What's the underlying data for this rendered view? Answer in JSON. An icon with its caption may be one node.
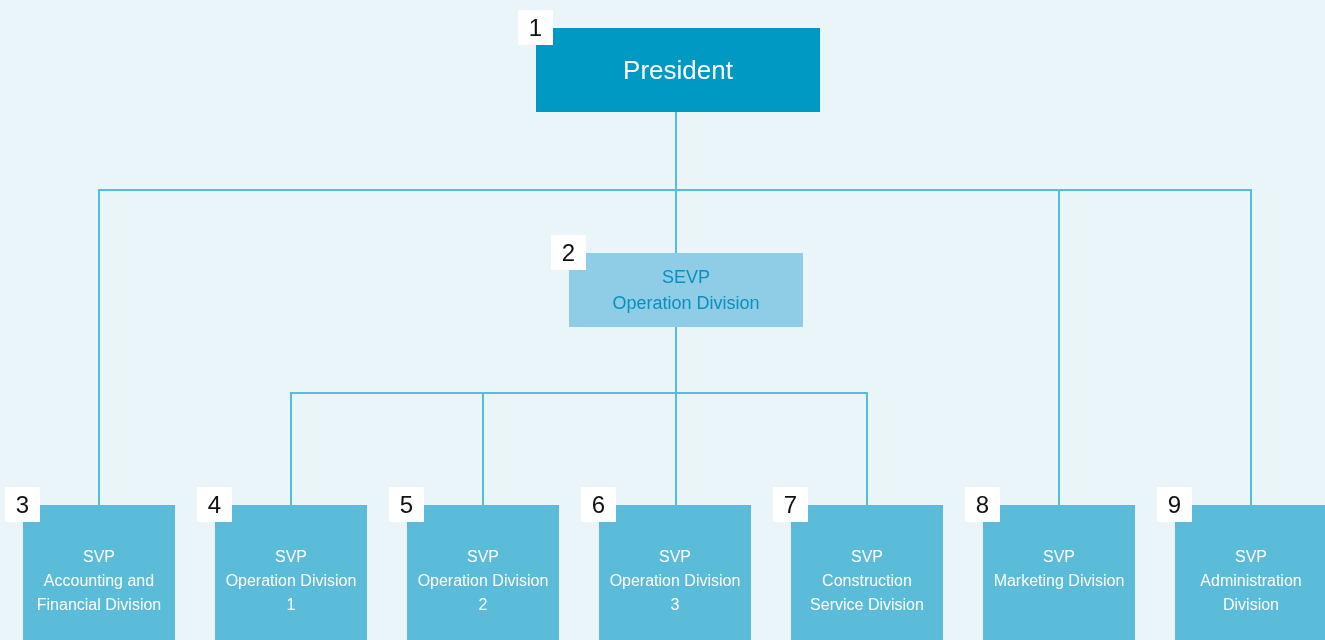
{
  "diagram": {
    "nodes": [
      {
        "text": [
          "President"
        ],
        "beside": [
          "1"
        ]
      },
      {
        "text": [
          "SEVP",
          "Operation Division"
        ],
        "beside": [
          "2"
        ]
      },
      {
        "text": [
          "SVP",
          "Accounting and Financial Division"
        ],
        "beside": [
          "3"
        ]
      },
      {
        "text": [
          "SVP",
          "Operation Division 1"
        ],
        "beside": [
          "4"
        ]
      },
      {
        "text": [
          "SVP",
          "Operation Division 2"
        ],
        "beside": [
          "5"
        ]
      },
      {
        "text": [
          "SVP",
          "Operation Division 3"
        ],
        "beside": [
          "6"
        ]
      },
      {
        "text": [
          "SVP",
          "Construction Service Division"
        ],
        "beside": [
          "7"
        ]
      },
      {
        "text": [
          "SVP",
          "Marketing Division"
        ],
        "beside": [
          "8"
        ]
      },
      {
        "text": [
          "SVP",
          "Administration Division"
        ],
        "beside": [
          "9"
        ]
      }
    ],
    "edges": [
      {
        "from": 0,
        "to": 1,
        "arrow": "none"
      },
      {
        "from": 0,
        "to": 2,
        "arrow": "none"
      },
      {
        "from": 0,
        "to": 7,
        "arrow": "none"
      },
      {
        "from": 0,
        "to": 8,
        "arrow": "none"
      },
      {
        "from": 1,
        "to": 3,
        "arrow": "none"
      },
      {
        "from": 1,
        "to": 4,
        "arrow": "none"
      },
      {
        "from": 1,
        "to": 5,
        "arrow": "none"
      },
      {
        "from": 1,
        "to": 6,
        "arrow": "none"
      }
    ]
  }
}
